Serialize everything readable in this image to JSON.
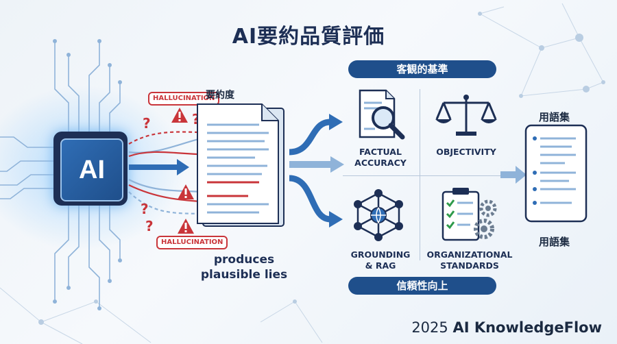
{
  "title": "AI要約品質評価",
  "ai_chip": {
    "label": "AI"
  },
  "hallucination_label": "HALLUCINATION",
  "question_mark": "?",
  "summary_label": "要約度",
  "produces_text": {
    "line1": "produces",
    "line2": "plausible lies"
  },
  "objective_criteria_label": "客観的基準",
  "reliability_label": "信頼性向上",
  "criteria": [
    {
      "label": "FACTUAL ACCURACY",
      "line1": "FACTUAL",
      "line2": "ACCURACY",
      "icon": "magnifier-document-icon"
    },
    {
      "label": "OBJECTIVITY",
      "icon": "scales-icon"
    },
    {
      "label": "GROUNDING & RAG",
      "line1": "GROUNDING",
      "line2": "& RAG",
      "icon": "network-globe-icon"
    },
    {
      "label": "ORGANIZATIONAL STANDARDS",
      "line1": "ORGANIZATIONAL",
      "line2": "STANDARDS",
      "icon": "checklist-gears-icon"
    }
  ],
  "glossary_top": "用語集",
  "glossary_bottom": "用語集",
  "footer": {
    "year": "2025",
    "brand": "AI KnowledgeFlow"
  },
  "colors": {
    "navy": "#1f4f8b",
    "red": "#c9353a",
    "blue": "#2f6db5",
    "light_blue": "#8fb3d9"
  }
}
